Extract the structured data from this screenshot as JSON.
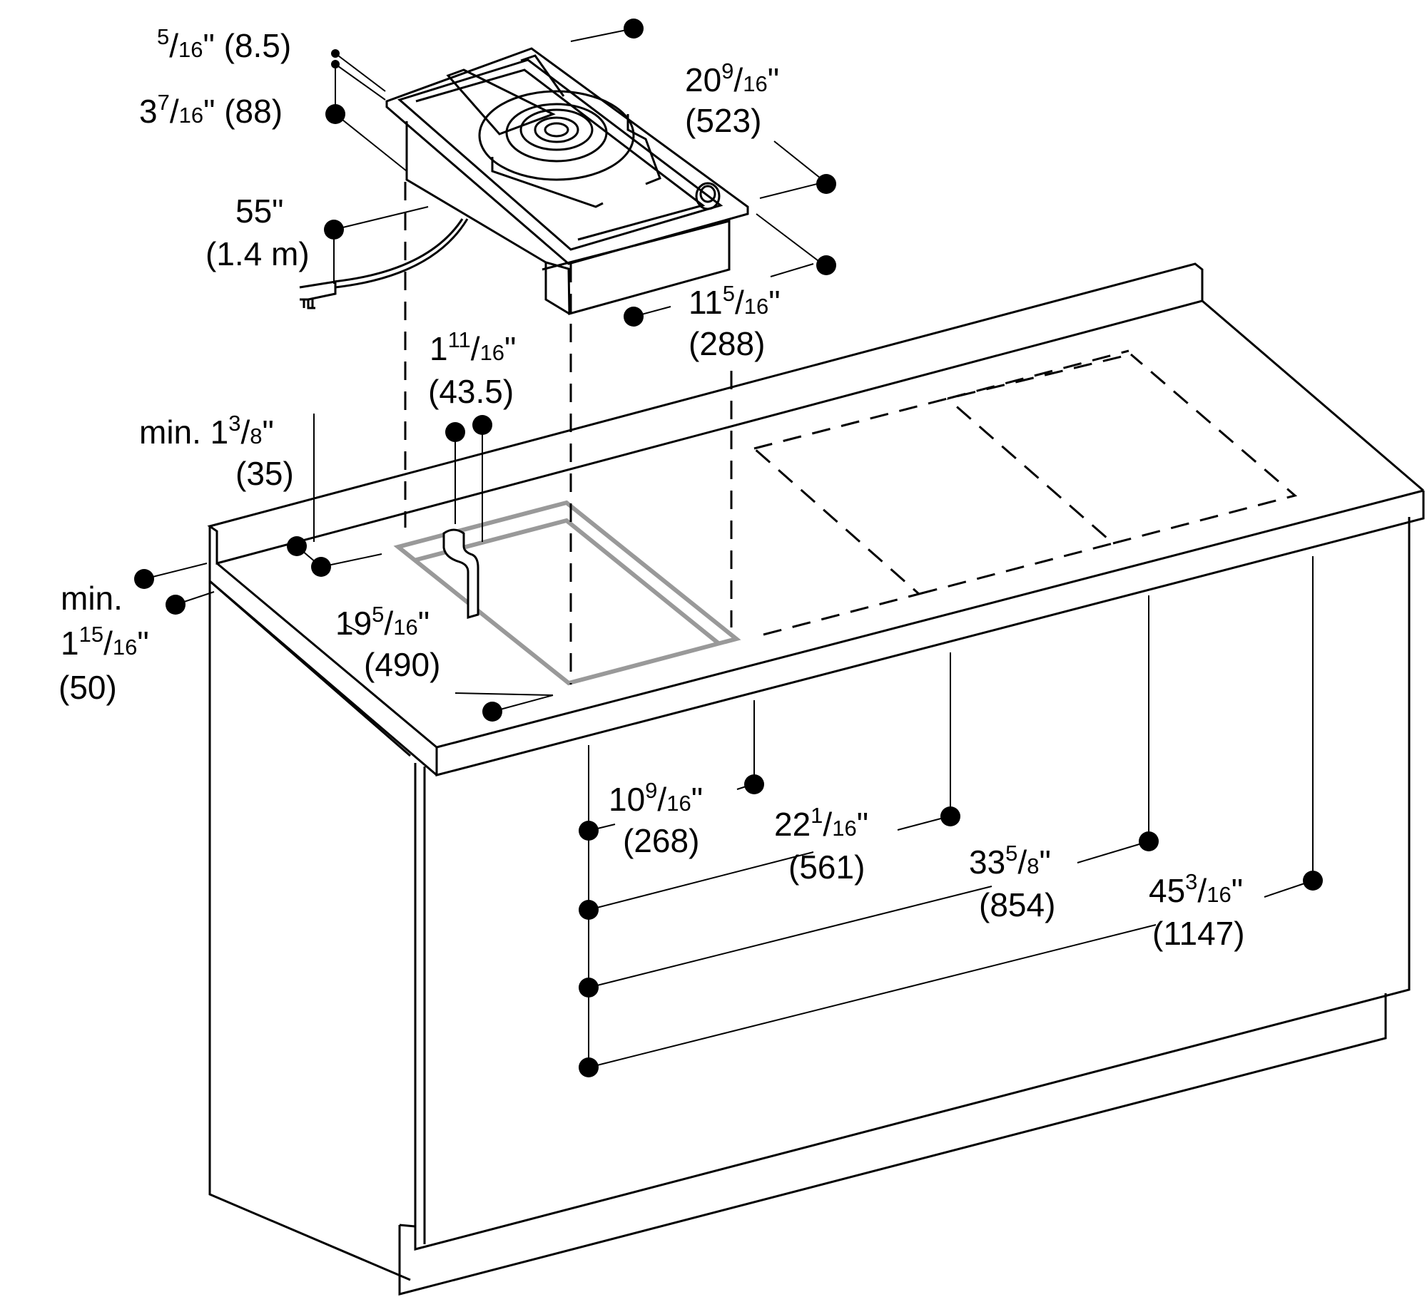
{
  "dimensions": {
    "top_thickness": {
      "num": "5",
      "den": "16",
      "mm": "(8.5)"
    },
    "height": {
      "whole": "3",
      "num": "7",
      "den": "16",
      "mm": "(88)"
    },
    "depth": {
      "whole": "20",
      "num": "9",
      "den": "16",
      "mm": "(523)"
    },
    "cord_length": {
      "inch": "55\"",
      "metric": "(1.4 m)"
    },
    "width": {
      "whole": "11",
      "num": "5",
      "den": "16",
      "mm": "(288)"
    },
    "gas_offset": {
      "whole": "1",
      "num": "11",
      "den": "16",
      "mm": "(43.5)"
    },
    "min_back": {
      "prefix": "min. 1",
      "num": "3",
      "den": "8",
      "mm": "(35)"
    },
    "min_front": {
      "prefix": "min.",
      "whole": "1",
      "num": "15",
      "den": "16",
      "mm": "(50)"
    },
    "cutout_depth": {
      "whole": "19",
      "num": "5",
      "den": "16",
      "mm": "(490)"
    },
    "cutout_1": {
      "whole": "10",
      "num": "9",
      "den": "16",
      "mm": "(268)"
    },
    "cutout_2": {
      "whole": "22",
      "num": "1",
      "den": "16",
      "mm": "(561)"
    },
    "cutout_3": {
      "whole": "33",
      "num": "5",
      "den": "8",
      "mm": "(854)"
    },
    "cutout_4": {
      "whole": "45",
      "num": "3",
      "den": "16",
      "mm": "(1147)"
    }
  },
  "colors": {
    "line": "#000000",
    "cutout_outline": "#999999",
    "background": "#ffffff"
  },
  "icons": [
    "gas-burner-icon",
    "power-plug-icon",
    "control-knob-icon",
    "gas-pipe-icon"
  ]
}
